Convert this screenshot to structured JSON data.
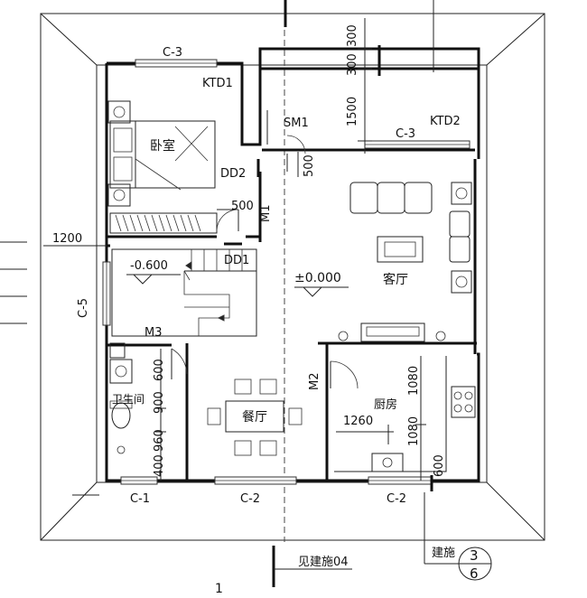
{
  "rooms": {
    "bedroom": "卧室",
    "living_room": "客厅",
    "dining_room": "餐厅",
    "kitchen": "厨房",
    "bathroom": "卫生间"
  },
  "windows": {
    "c3_top": "C-3",
    "c3_right": "C-3",
    "c5": "C-5",
    "c1": "C-1",
    "c2_left": "C-2",
    "c2_right": "C-2"
  },
  "doors": {
    "m1": "M1",
    "m2": "M2",
    "m3": "M3",
    "sm1": "SM1",
    "dd1": "DD1",
    "dd2": "DD2",
    "ktd1": "KTD1",
    "ktd2": "KTD2"
  },
  "levels": {
    "stair_level": "-0.600",
    "floor_level": "±0.000"
  },
  "dimensions": {
    "d300_a": "300",
    "d300_b": "300",
    "d1500": "1500",
    "d500_sm1": "500",
    "d500_door": "500",
    "d1200": "1200",
    "d600": "600",
    "d900": "900",
    "d960": "960",
    "d400": "400",
    "d1080_a": "1080",
    "d1080_b": "1080",
    "d1260": "1260",
    "d600_b": "600"
  },
  "references": {
    "see_sheet": "见建施04",
    "section_mark": "1",
    "sheet_label": "建施",
    "index_top": "3",
    "index_bottom": "6"
  }
}
